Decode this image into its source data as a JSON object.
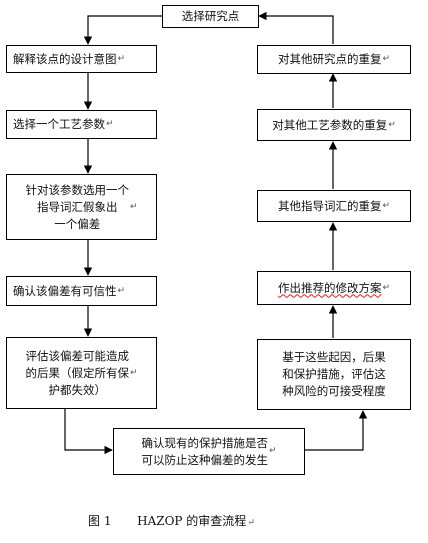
{
  "flowchart": {
    "paragraph_mark": "↵",
    "nodes": {
      "select_node": "选择研究点",
      "explain_intent": "解释该点的设计意图",
      "select_parameter": "选择一个工艺参数",
      "choose_guideword": "针对该参数选用一个\n指导词汇假象出\n一个偏差",
      "confirm_credibility": "确认该偏差有可信性",
      "evaluate_consequence": "评估该偏差可能造成\n的后果（假定所有保\n护都失效）",
      "confirm_protection": "确认现有的保护措施是否\n可以防止这种偏差的发生",
      "assess_risk": "基于这些起因，后果\n和保护措施，评估这\n种风险的可接受程度",
      "make_recommendation": "作出推荐的修改方案",
      "repeat_guidewords": "其他指导词汇的重复",
      "repeat_parameters": "对其他工艺参数的重复",
      "repeat_nodes": "对其他研究点的重复"
    }
  },
  "caption": {
    "figure_label": "图 1",
    "title": "HAZOP 的审查流程"
  }
}
